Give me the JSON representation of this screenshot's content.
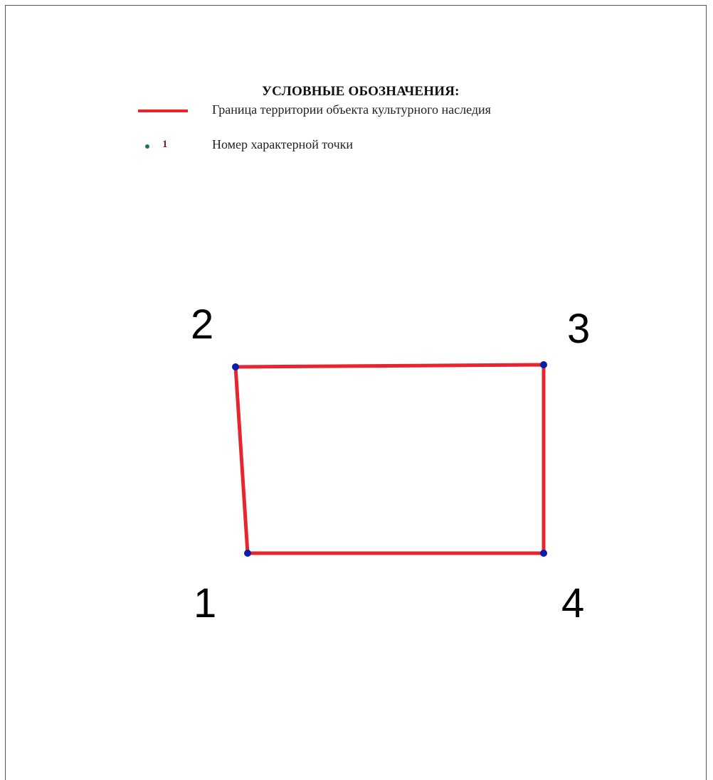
{
  "legend": {
    "title": "УСЛОВНЫЕ ОБОЗНАЧЕНИЯ:",
    "boundary_label": "Граница территории объекта культурного наследия",
    "point_sample_number": "1",
    "point_label": "Номер характерной точки"
  },
  "colors": {
    "boundary": "#e8252f",
    "point": "#0a1fa8",
    "legend_point": "#1f6f7a",
    "legend_number": "#7a1f3a"
  },
  "points": [
    {
      "label": "1"
    },
    {
      "label": "2"
    },
    {
      "label": "3"
    },
    {
      "label": "4"
    }
  ]
}
